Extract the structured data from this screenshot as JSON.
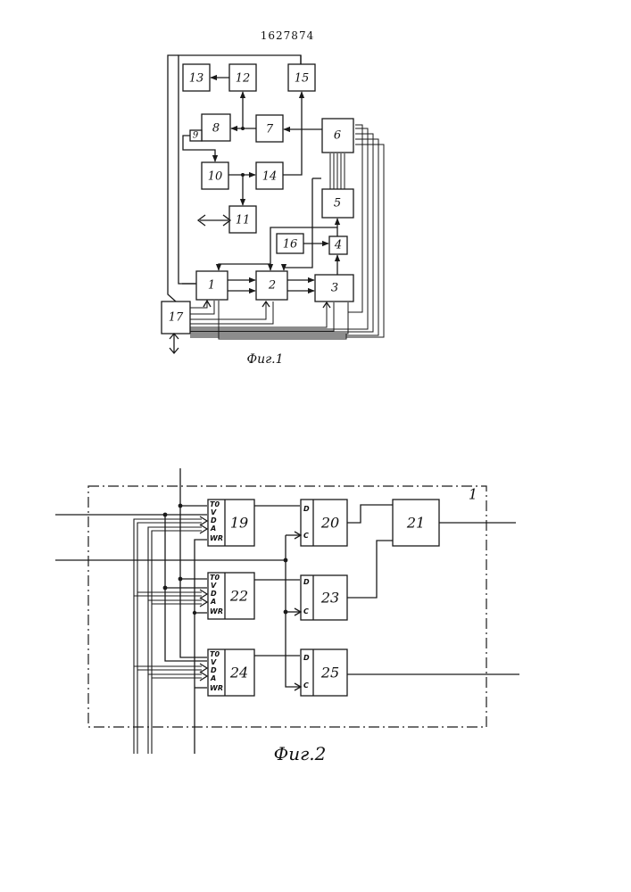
{
  "patent_number": "1627874",
  "figure1": {
    "caption": "Фиг.1",
    "blocks": [
      {
        "id": "b1",
        "label": "1"
      },
      {
        "id": "b2",
        "label": "2"
      },
      {
        "id": "b3",
        "label": "3"
      },
      {
        "id": "b4",
        "label": "4"
      },
      {
        "id": "b5",
        "label": "5"
      },
      {
        "id": "b6",
        "label": "6"
      },
      {
        "id": "b7",
        "label": "7"
      },
      {
        "id": "b8",
        "label": "8"
      },
      {
        "id": "b9",
        "label": "9"
      },
      {
        "id": "b10",
        "label": "10"
      },
      {
        "id": "b11",
        "label": "11"
      },
      {
        "id": "b12",
        "label": "12"
      },
      {
        "id": "b13",
        "label": "13"
      },
      {
        "id": "b14",
        "label": "14"
      },
      {
        "id": "b15",
        "label": "15"
      },
      {
        "id": "b16",
        "label": "16"
      },
      {
        "id": "b17",
        "label": "17"
      }
    ]
  },
  "figure2": {
    "caption": "Фиг.2",
    "frame_label": "1",
    "blocks": [
      {
        "id": "b19",
        "label": "19"
      },
      {
        "id": "b20",
        "label": "20"
      },
      {
        "id": "b21",
        "label": "21"
      },
      {
        "id": "b22",
        "label": "22"
      },
      {
        "id": "b23",
        "label": "23"
      },
      {
        "id": "b24",
        "label": "24"
      },
      {
        "id": "b25",
        "label": "25"
      }
    ],
    "register_pins": [
      "T0",
      "V",
      "D",
      "A",
      "WR"
    ],
    "latch_pins": [
      "D",
      "C"
    ]
  }
}
